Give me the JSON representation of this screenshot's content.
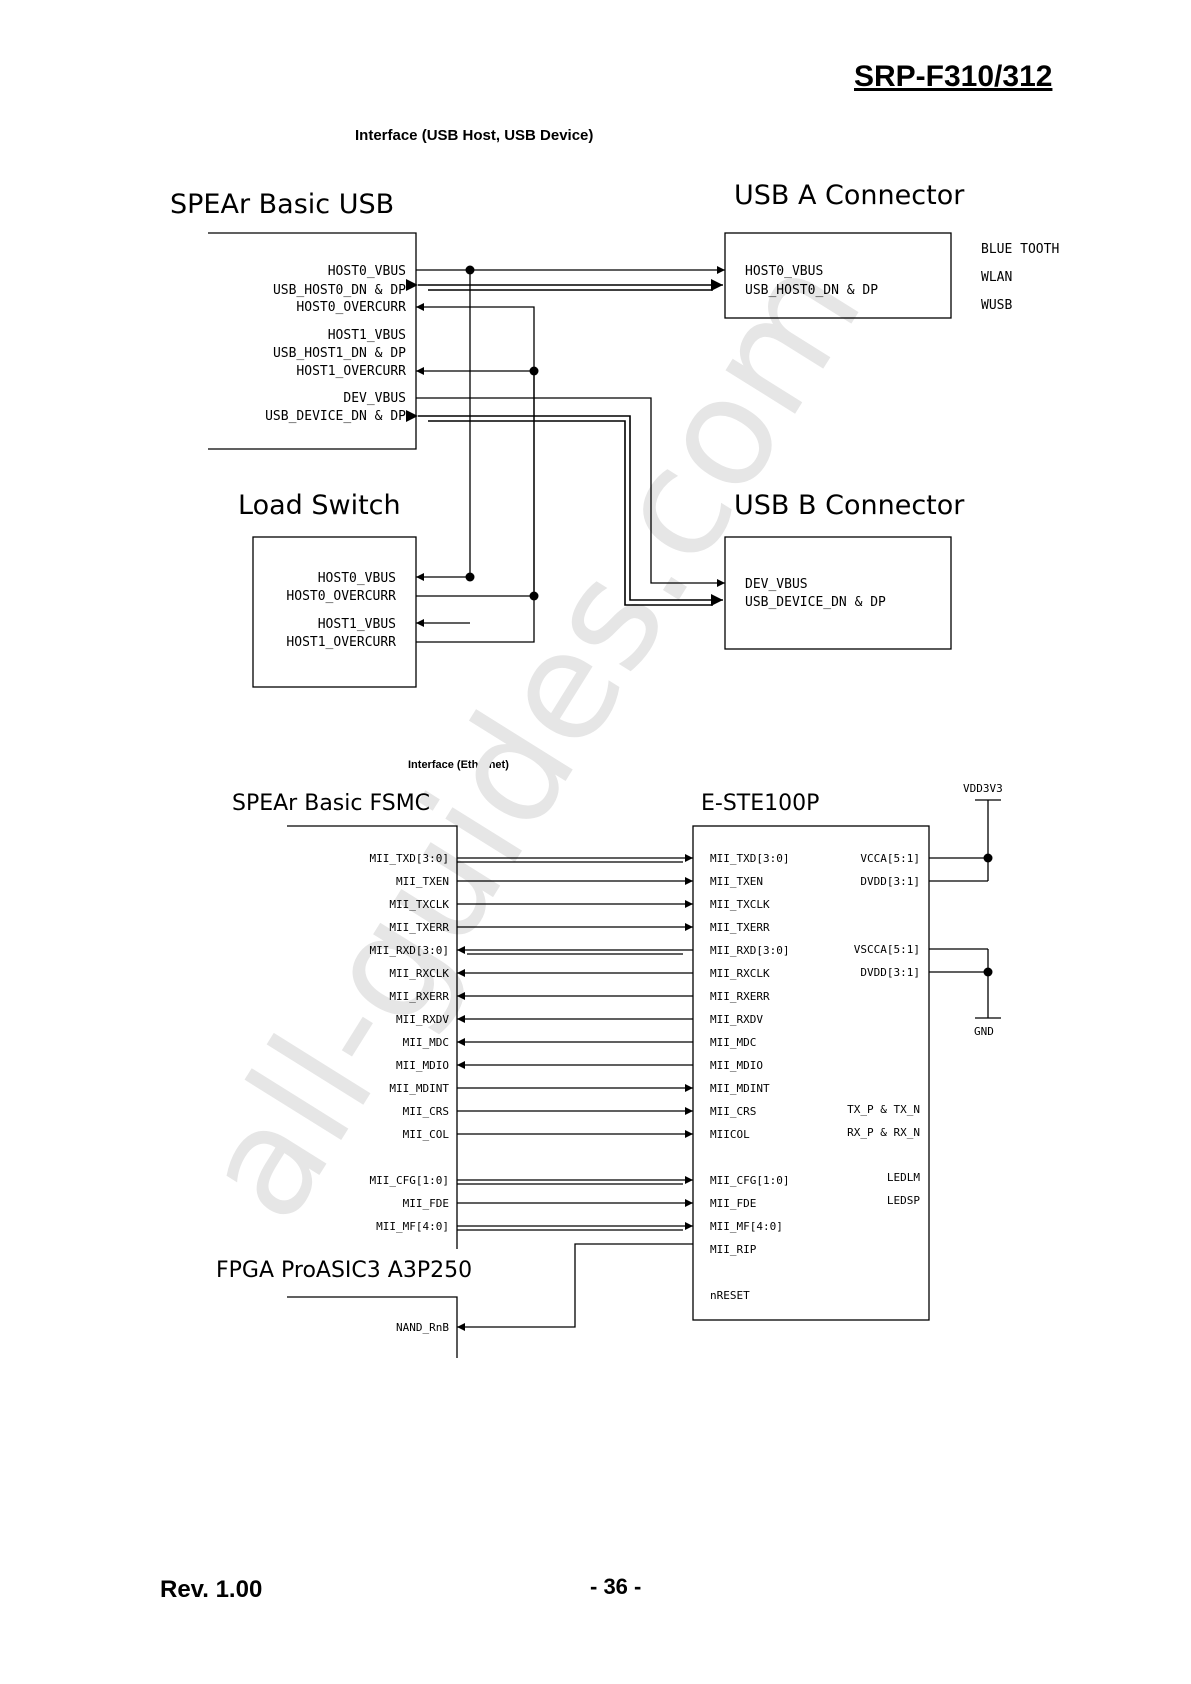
{
  "header": {
    "doc_title": "SRP-F310/312"
  },
  "footer": {
    "revision": "Rev. 1.00",
    "page_number": "- 36 -"
  },
  "watermark": "all-guides.com",
  "usb": {
    "caption": "Interface (USB Host, USB Device)",
    "spear_title": "SPEAr Basic USB",
    "spear_signals": [
      "HOST0_VBUS",
      "USB_HOST0_DN & DP",
      "HOST0_OVERCURR",
      "HOST1_VBUS",
      "USB_HOST1_DN & DP",
      "HOST1_OVERCURR",
      "DEV_VBUS",
      "USB_DEVICE_DN & DP"
    ],
    "usb_a_title": "USB A Connector",
    "usb_a_signals": [
      "HOST0_VBUS",
      "USB_HOST0_DN & DP"
    ],
    "usb_a_devices": [
      "BLUE TOOTH",
      "WLAN",
      "WUSB"
    ],
    "load_switch_title": "Load Switch",
    "load_switch_signals": [
      "HOST0_VBUS",
      "HOST0_OVERCURR",
      "HOST1_VBUS",
      "HOST1_OVERCURR"
    ],
    "usb_b_title": "USB B Connector",
    "usb_b_signals": [
      "DEV_VBUS",
      "USB_DEVICE_DN & DP"
    ]
  },
  "eth": {
    "caption": "Interface (Ethernet)",
    "fsmc_title": "SPEAr Basic FSMC",
    "fsmc_signals": [
      "MII_TXD[3:0]",
      "MII_TXEN",
      "MII_TXCLK",
      "MII_TXERR",
      "MII_RXD[3:0]",
      "MII_RXCLK",
      "MII_RXERR",
      "MII_RXDV",
      "MII_MDC",
      "MII_MDIO",
      "MII_MDINT",
      "MII_CRS",
      "MII_COL",
      "MII_CFG[1:0]",
      "MII_FDE",
      "MII_MF[4:0]"
    ],
    "phy_title": "E-STE100P",
    "phy_left_signals": [
      "MII_TXD[3:0]",
      "MII_TXEN",
      "MII_TXCLK",
      "MII_TXERR",
      "MII_RXD[3:0]",
      "MII_RXCLK",
      "MII_RXERR",
      "MII_RXDV",
      "MII_MDC",
      "MII_MDIO",
      "MII_MDINT",
      "MII_CRS",
      "MIICOL",
      "MII_CFG[1:0]",
      "MII_FDE",
      "MII_MF[4:0]",
      "MII_RIP",
      "nRESET"
    ],
    "phy_right_signals": [
      "VCCA[5:1]",
      "DVDD[3:1]",
      "VSCCA[5:1]",
      "DVDD[3:1]",
      "TX_P & TX_N",
      "RX_P & RX_N",
      "LEDLM",
      "LEDSP"
    ],
    "vdd_label": "VDD3V3",
    "gnd_label": "GND",
    "fpga_title": "FPGA ProASIC3 A3P250",
    "fpga_signal": "NAND_RnB"
  }
}
